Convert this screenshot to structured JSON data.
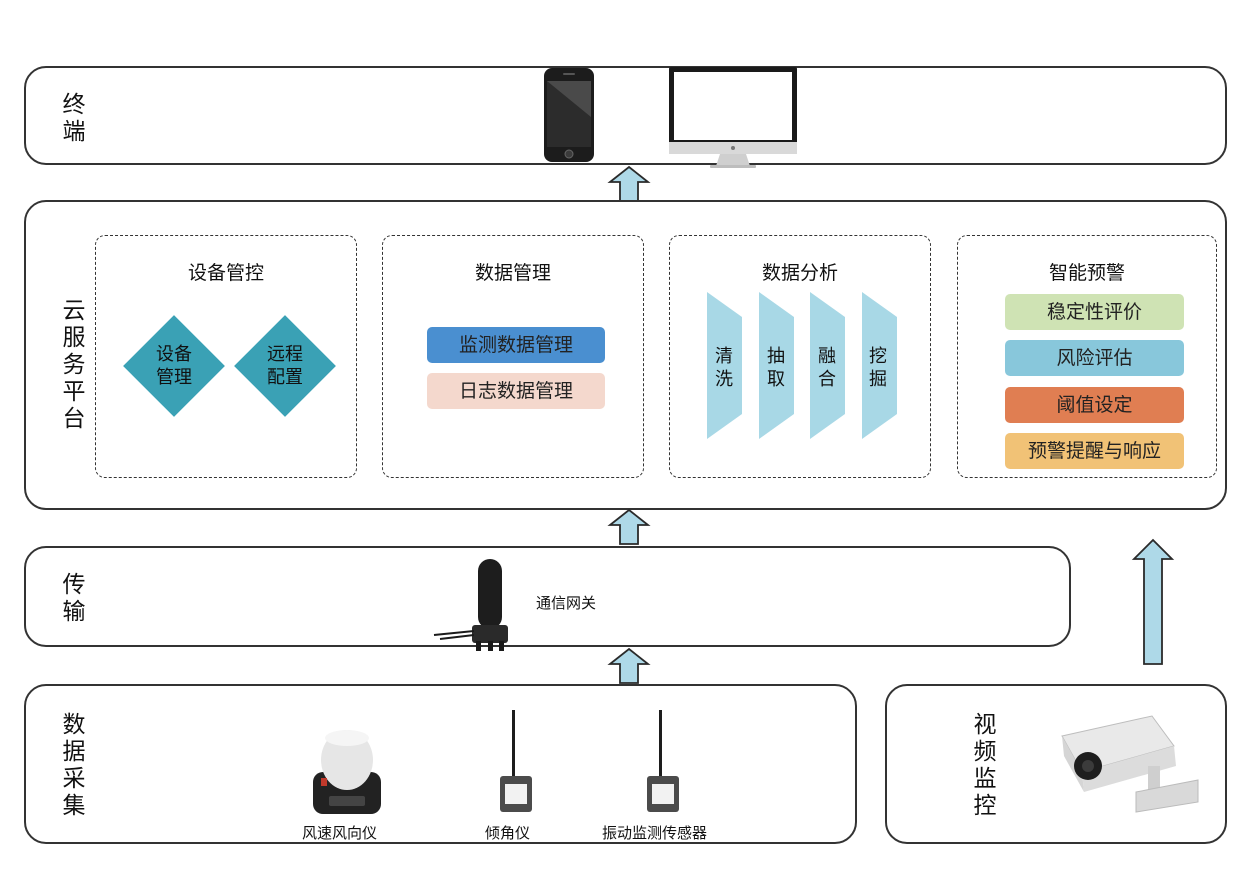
{
  "layers": {
    "terminal": {
      "label_chars": [
        "终",
        "端"
      ]
    },
    "cloud": {
      "label_chars": [
        "云",
        "服",
        "务",
        "平",
        "台"
      ],
      "modules": {
        "device_control": {
          "title": "设备管控",
          "diamonds": [
            [
              "设备",
              "管理"
            ],
            [
              "远程",
              "配置"
            ]
          ]
        },
        "data_management": {
          "title": "数据管理",
          "items": [
            "监测数据管理",
            "日志数据管理"
          ]
        },
        "data_analysis": {
          "title": "数据分析",
          "steps": [
            [
              "清",
              "洗"
            ],
            [
              "抽",
              "取"
            ],
            [
              "融",
              "合"
            ],
            [
              "挖",
              "掘"
            ]
          ]
        },
        "smart_warning": {
          "title": "智能预警",
          "items": [
            "稳定性评价",
            "风险评估",
            "阈值设定",
            "预警提醒与响应"
          ]
        }
      }
    },
    "transmission": {
      "label_chars": [
        "传",
        "输"
      ],
      "gateway_label": "通信网关"
    },
    "data_collection": {
      "label_chars": [
        "数",
        "据",
        "采",
        "集"
      ],
      "devices": [
        "风速风向仪",
        "倾角仪",
        "振动监测传感器"
      ]
    },
    "video_monitoring": {
      "label_chars": [
        "视",
        "频",
        "监",
        "控"
      ]
    }
  },
  "colors": {
    "arrow_fill": "#aed9e8",
    "diamond": "#3aa1b5",
    "data_mgmt_1": "#4a8fd0",
    "data_mgmt_2": "#f4d8cd",
    "analysis_step": "#a8d8e6",
    "warning_1": "#cfe3b4",
    "warning_2": "#88c7db",
    "warning_3": "#e07e52",
    "warning_4": "#f1c276"
  },
  "icons": [
    "smartphone-icon",
    "desktop-monitor-icon",
    "gateway-antenna-icon",
    "anemometer-icon",
    "inclinometer-icon",
    "vibration-sensor-icon",
    "cctv-camera-icon"
  ]
}
